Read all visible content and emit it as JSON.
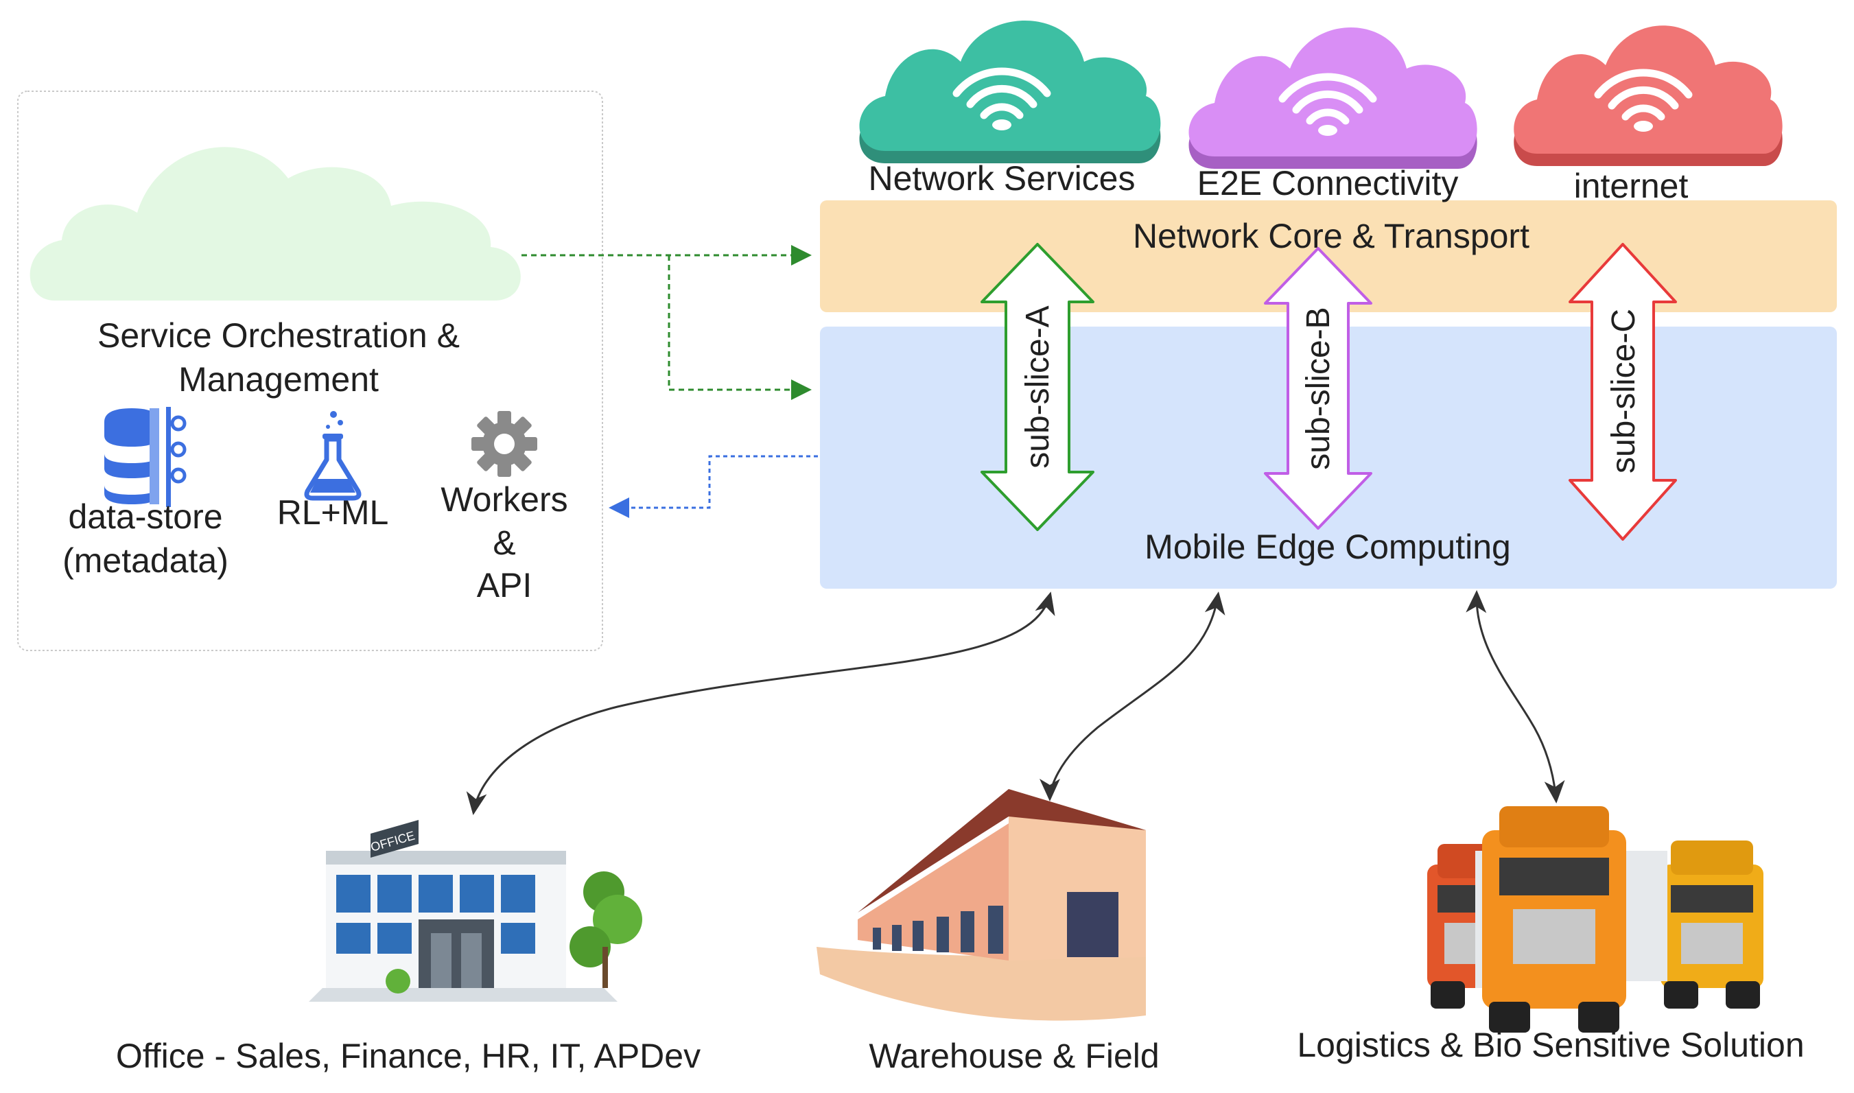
{
  "clouds": {
    "network_services": {
      "label": "Network Services",
      "color": "#3dbfa3",
      "shadow": "#2f8f7a"
    },
    "e2e_connectivity": {
      "label": "E2E Connectivity",
      "color": "#d98ef5",
      "shadow": "#a760c4"
    },
    "internet": {
      "label": "internet",
      "color": "#f07575",
      "shadow": "#c94b4b"
    }
  },
  "orchestration": {
    "title_line1": "Service Orchestration &",
    "title_line2": "Management",
    "cloud_color": "#e3f8e3",
    "components": [
      {
        "icon": "database-icon",
        "line1": "data-store",
        "line2": "(metadata)"
      },
      {
        "icon": "flask-icon",
        "line1": "RL+ML"
      },
      {
        "icon": "gear-icon",
        "line1": "Workers",
        "line2": "&",
        "line3": "API"
      }
    ]
  },
  "core": {
    "label": "Network Core & Transport",
    "color": "#fbe0b4"
  },
  "mec": {
    "label": "Mobile Edge Computing",
    "color": "#d5e4fc"
  },
  "slices": [
    {
      "label": "sub-slice-A",
      "color": "#2e9e2e"
    },
    {
      "label": "sub-slice-B",
      "color": "#c05ee6"
    },
    {
      "label": "sub-slice-C",
      "color": "#e83a3a"
    }
  ],
  "connectors": {
    "orchestration_to_core": "#2e8b2e",
    "mec_to_orchestration": "#3a6fe0"
  },
  "sites": [
    {
      "label": "Office - Sales, Finance, HR, IT, APDev",
      "sign": "OFFICE"
    },
    {
      "label": "Warehouse & Field"
    },
    {
      "label": "Logistics & Bio Sensitive Solution"
    }
  ]
}
